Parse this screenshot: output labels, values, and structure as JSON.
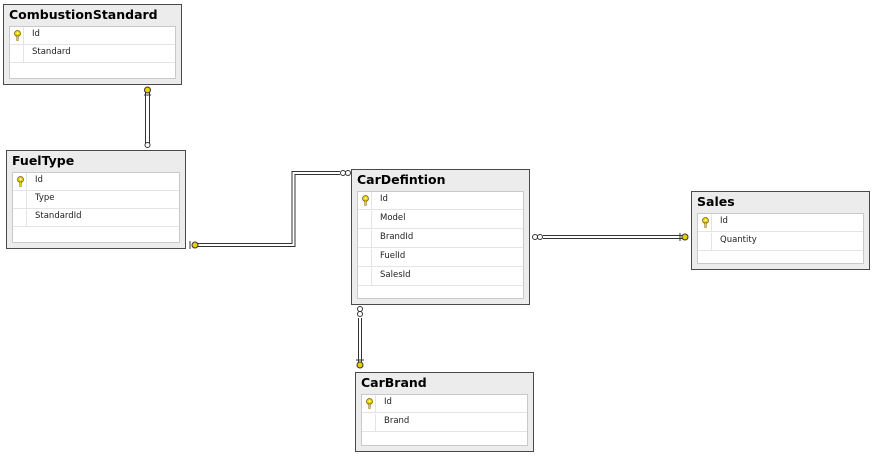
{
  "tables": {
    "combustion_standard": {
      "name": "CombustionStandard",
      "columns": [
        "Id",
        "Standard"
      ]
    },
    "fuel_type": {
      "name": "FuelType",
      "columns": [
        "Id",
        "Type",
        "StandardId"
      ]
    },
    "car_defintion": {
      "name": "CarDefintion",
      "columns": [
        "Id",
        "Model",
        "BrandId",
        "FuelId",
        "SalesId"
      ]
    },
    "sales": {
      "name": "Sales",
      "columns": [
        "Id",
        "Quantity"
      ]
    },
    "car_brand": {
      "name": "CarBrand",
      "columns": [
        "Id",
        "Brand"
      ]
    }
  },
  "relationships": [
    {
      "from": "FuelType",
      "to": "CombustionStandard"
    },
    {
      "from": "CarDefintion",
      "to": "FuelType"
    },
    {
      "from": "CarDefintion",
      "to": "Sales"
    },
    {
      "from": "CarDefintion",
      "to": "CarBrand"
    }
  ],
  "colors": {
    "key": "#e8d000",
    "connector": "#333333"
  }
}
